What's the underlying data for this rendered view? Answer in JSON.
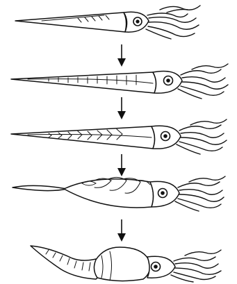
{
  "diagram": {
    "stages": [
      {
        "name": "stage-1"
      },
      {
        "name": "stage-2"
      },
      {
        "name": "stage-3"
      },
      {
        "name": "stage-4"
      },
      {
        "name": "stage-5"
      }
    ],
    "arrows": [
      {
        "name": "arrow-1-to-2"
      },
      {
        "name": "arrow-2-to-3"
      },
      {
        "name": "arrow-3-to-4"
      },
      {
        "name": "arrow-4-to-5"
      }
    ]
  }
}
